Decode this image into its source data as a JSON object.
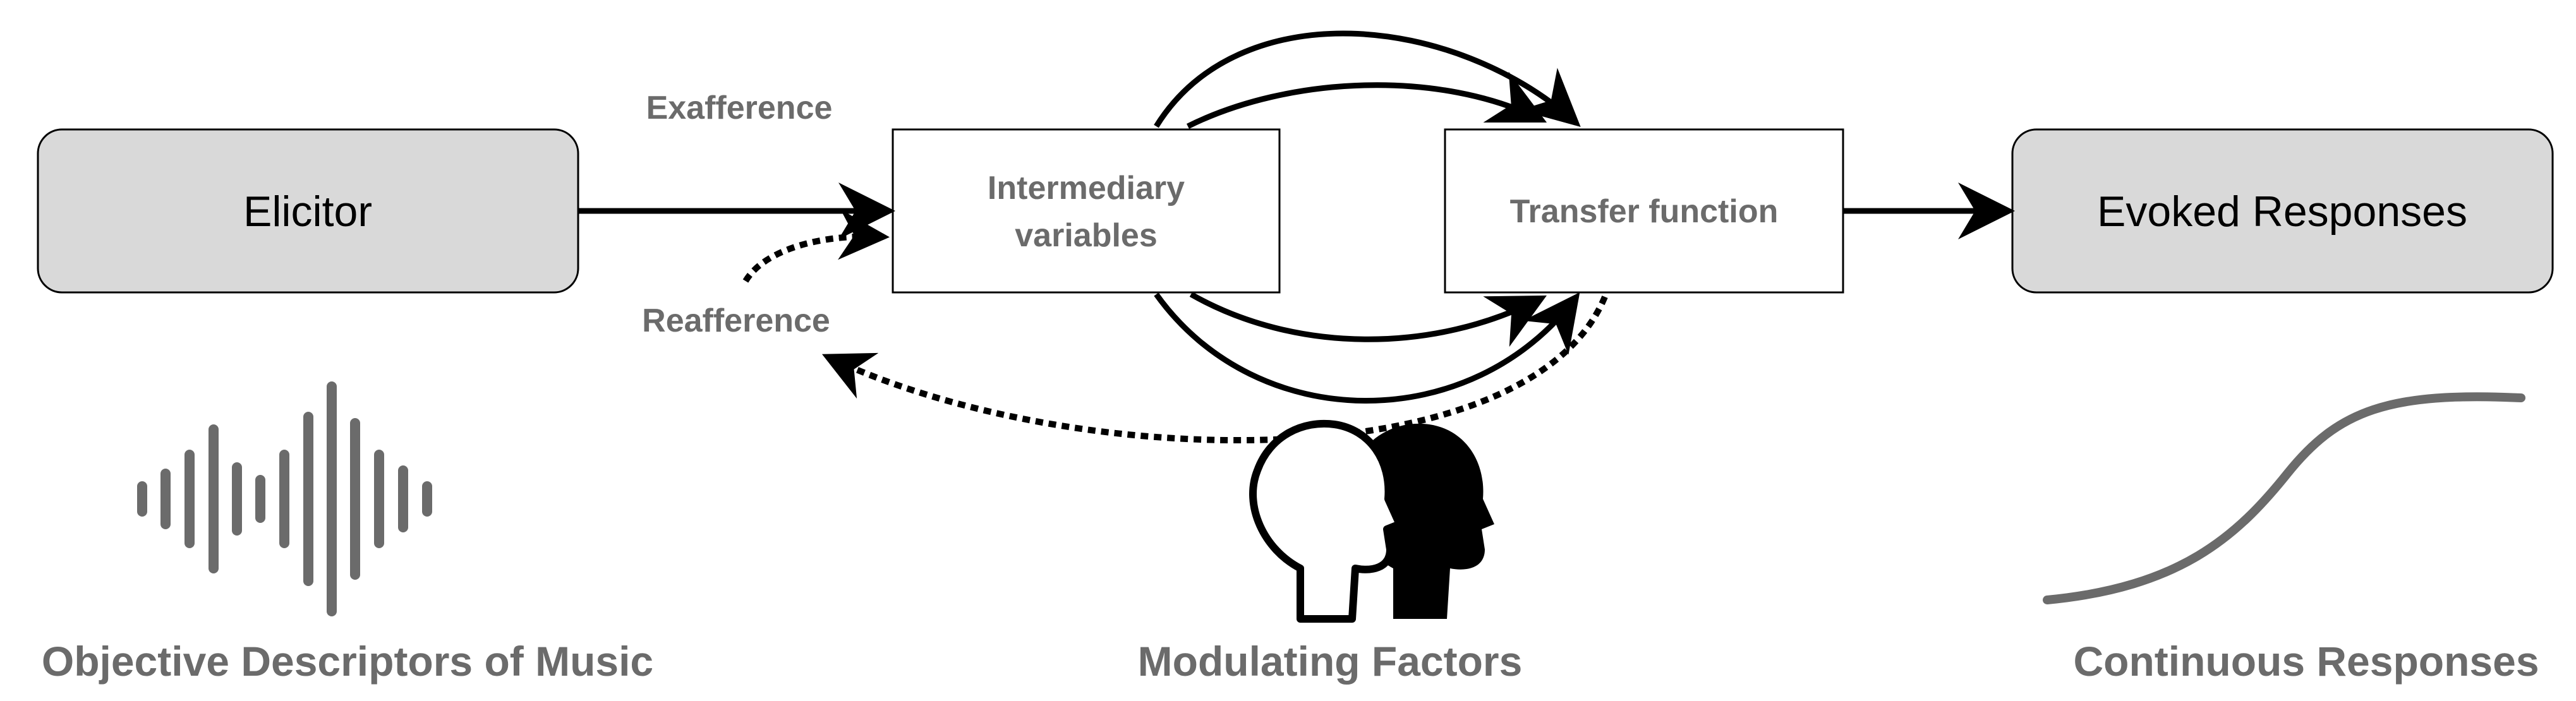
{
  "nodes": {
    "elicitor": "Elicitor",
    "intermediary_line1": "Intermediary",
    "intermediary_line2": "variables",
    "transfer": "Transfer function",
    "evoked": "Evoked Responses"
  },
  "edge_labels": {
    "exafference": "Exafference",
    "reafference": "Reafference"
  },
  "captions": {
    "left": "Objective Descriptors of Music",
    "center": "Modulating Factors",
    "right": "Continuous Responses"
  },
  "colors": {
    "box_fill_grey": "#d9d9d9",
    "text_grey": "#6b6b6b",
    "line": "#000000",
    "icon_grey": "#6b6b6b"
  },
  "icons": {
    "waveform": "audio-waveform-icon",
    "heads": "two-heads-profile-icon",
    "curve": "sigmoid-curve-icon"
  }
}
